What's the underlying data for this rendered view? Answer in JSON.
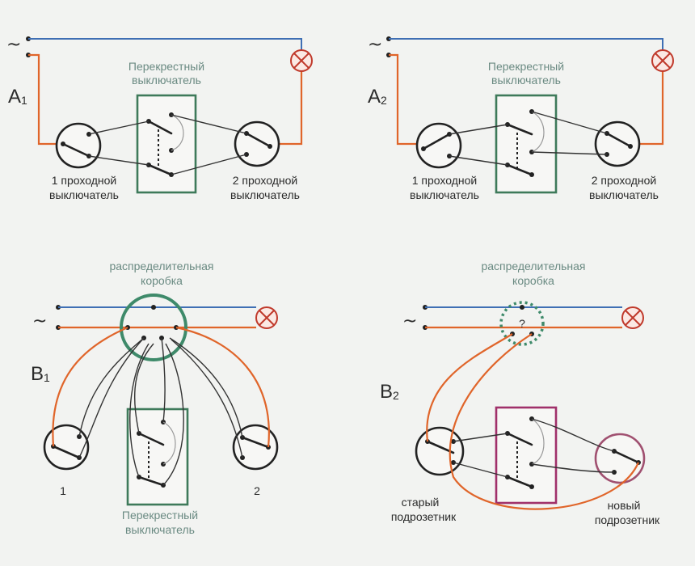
{
  "panels": {
    "a1": {
      "id": "A",
      "sub": "1",
      "ac": "~",
      "cross": [
        "Перекрестный",
        "выключатель"
      ],
      "sw1": [
        "1 проходной",
        "выключатель"
      ],
      "sw2": [
        "2 проходной",
        "выключатель"
      ]
    },
    "a2": {
      "id": "A",
      "sub": "2",
      "ac": "~",
      "cross": [
        "Перекрестный",
        "выключатель"
      ],
      "sw1": [
        "1 проходной",
        "выключатель"
      ],
      "sw2": [
        "2 проходной",
        "выключатель"
      ]
    },
    "b1": {
      "id": "B",
      "sub": "1",
      "ac": "~",
      "box": [
        "распределительная",
        "коробка"
      ],
      "cross": [
        "Перекрестный",
        "выключатель"
      ],
      "n1": "1",
      "n2": "2"
    },
    "b2": {
      "id": "B",
      "sub": "2",
      "ac": "~",
      "box": [
        "распределительная",
        "коробка"
      ],
      "q": "?",
      "old": [
        "старый",
        "подрозетник"
      ],
      "new": [
        "новый",
        "подрозетник"
      ]
    }
  },
  "colors": {
    "phase": "#e0652a",
    "neutral": "#3f6fb4",
    "crossbox": "#3e7a5a",
    "newbox": "#a0306a",
    "lamp": "#c0392b"
  },
  "icons": [
    "lamp-icon",
    "pass-through-switch-icon",
    "cross-switch-icon",
    "junction-box-icon"
  ]
}
